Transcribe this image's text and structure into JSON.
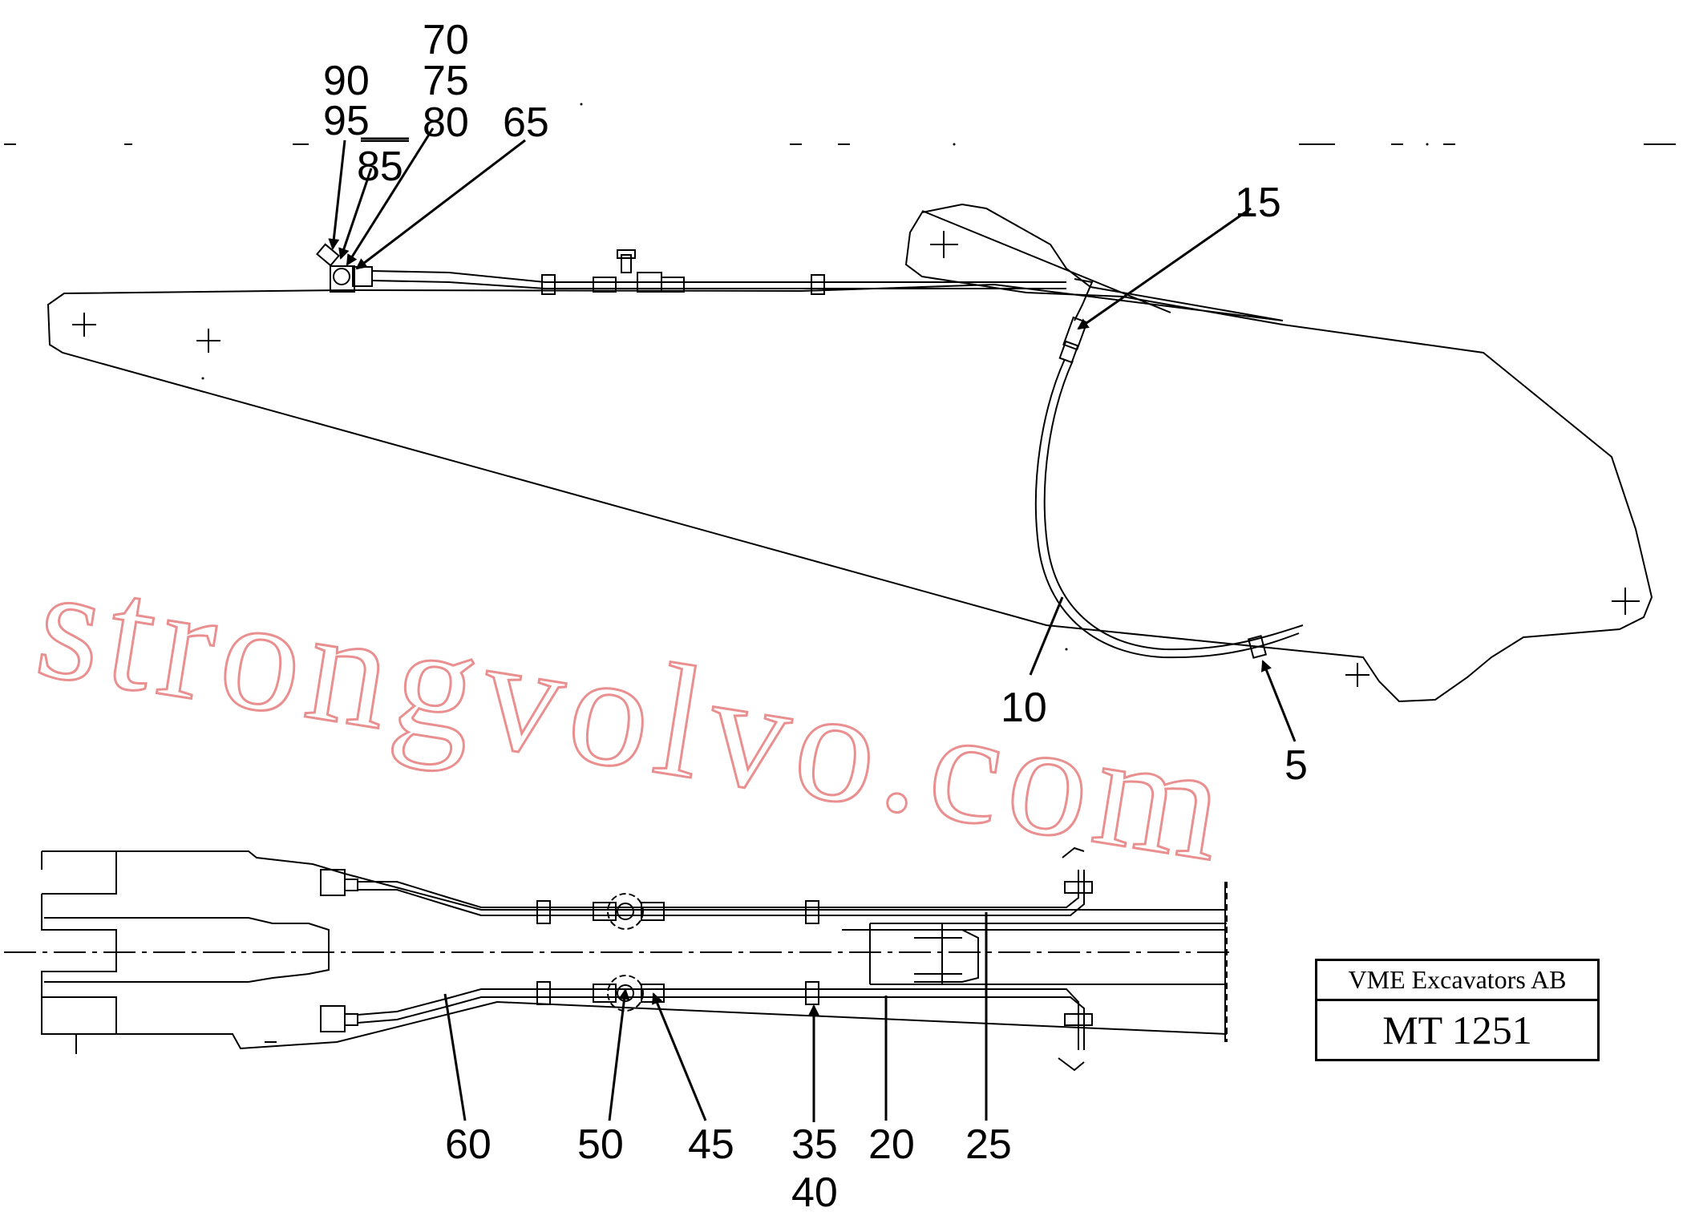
{
  "diagram": {
    "callouts": {
      "c70": "70",
      "c75": "75",
      "c80": "80",
      "c90": "90",
      "c95": "95",
      "c85": "85",
      "c65": "65",
      "c15": "15",
      "c10": "10",
      "c5": "5",
      "c60": "60",
      "c50": "50",
      "c45": "45",
      "c35": "35",
      "c40": "40",
      "c20": "20",
      "c25": "25"
    },
    "watermark": "strongvolvo.com",
    "watermark_color": "#e36a6a",
    "line_color": "#000000"
  },
  "title_block": {
    "company": "VME Excavators AB",
    "drawing_number": "MT 1251"
  }
}
